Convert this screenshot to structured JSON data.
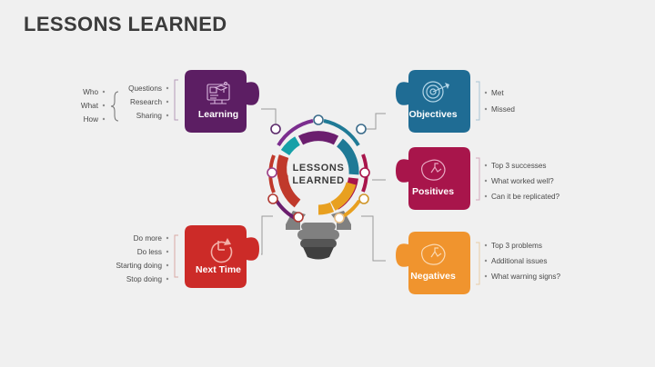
{
  "slide": {
    "background_color": "#f0f0f0",
    "title": "LESSONS LEARNED",
    "title_color": "#3b3b3b"
  },
  "center": {
    "label_line1": "LESSONS",
    "label_line2": "LEARNED",
    "name": "lightbulb-center",
    "bulb_base_color": "#808080",
    "bulb_base_dark_color": "#555555"
  },
  "ring": {
    "inner_segment_colors": [
      "#6b1e6e",
      "#1f7a96",
      "#a8154b",
      "#e8a020",
      "#c0392b",
      "#16a0a8"
    ],
    "outer_arc_colors": [
      "#7b2d8e",
      "#1f7a96",
      "#a8154b",
      "#e8a020",
      "#c0392b",
      "#6b1e6e"
    ],
    "node_dot_color": "#ffffff",
    "node_dot_border": "#5a5a5a"
  },
  "nodes": [
    {
      "id": "learning",
      "label": "Learning",
      "color": "#5c1e63",
      "icon": "monitor-graduation-icon",
      "bullets": [
        "Questions",
        "Research",
        "Sharing"
      ],
      "sub_bullets": [
        "Who",
        "What",
        "How"
      ],
      "side": "left"
    },
    {
      "id": "next-time",
      "label": "Next Time",
      "color": "#cc2b28",
      "icon": "clock-refresh-icon",
      "bullets": [
        "Do more",
        "Do less",
        "Starting doing",
        "Stop doing"
      ],
      "sub_bullets": [],
      "side": "left"
    },
    {
      "id": "objectives",
      "label": "Objectives",
      "color": "#1f6c94",
      "icon": "target-dart-icon",
      "bullets": [
        "Met",
        "Missed"
      ],
      "sub_bullets": [],
      "side": "right"
    },
    {
      "id": "positives",
      "label": "Positives",
      "color": "#a8154b",
      "icon": "head-thumbsup-icon",
      "bullets": [
        "Top 3 successes",
        "What worked well?",
        "Can it be replicated?"
      ],
      "sub_bullets": [],
      "side": "right"
    },
    {
      "id": "negatives",
      "label": "Negatives",
      "color": "#f0942e",
      "icon": "head-thumbsdown-icon",
      "bullets": [
        "Top 3 problems",
        "Additional issues",
        "What warning signs?"
      ],
      "sub_bullets": [],
      "side": "right"
    }
  ]
}
